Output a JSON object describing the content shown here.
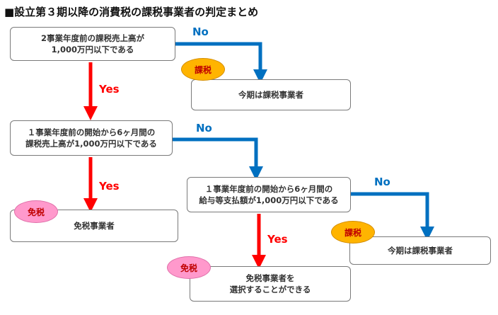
{
  "title": "■設立第３期以降の消費税の課税事業者の判定まとめ",
  "boxes": {
    "q1": [
      "2事業年度前の課税売上高が",
      "1,000万円以下である"
    ],
    "q2": [
      "１事業年度前の開始から6ヶ月間の",
      "課税売上高が1,000万円以下である"
    ],
    "q3": [
      "１事業年度前の開始から6ヶ月間の",
      "給与等支払額が1,000万円以下である"
    ],
    "taxable1": [
      "今期は課税事業者"
    ],
    "exempt1": [
      "免税事業者"
    ],
    "taxable2": [
      "今期は課税事業者"
    ],
    "exempt_choice": [
      "免税事業者を",
      "選択することができる"
    ]
  },
  "badges": {
    "taxable": "課税",
    "exempt": "免税"
  },
  "labels": {
    "no": "No",
    "yes": "Yes"
  },
  "colors": {
    "no_arrow": "#0070c0",
    "yes_arrow": "#ff0000",
    "taxable_badge": "#ffb400",
    "exempt_badge": "#ff99cc"
  }
}
